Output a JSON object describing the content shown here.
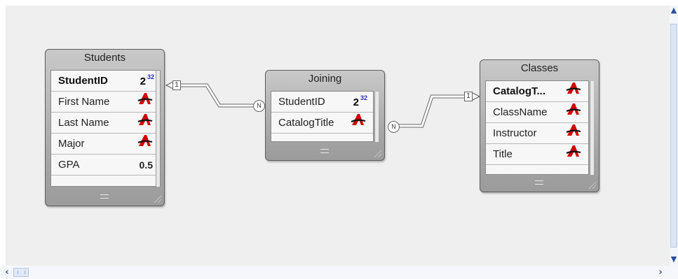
{
  "canvas": {
    "background": "#efefef"
  },
  "tables": {
    "students": {
      "title": "Students",
      "fields": [
        {
          "name": "StudentID",
          "icon": "integer-32-icon",
          "badge": "2",
          "sup": "32",
          "key": true
        },
        {
          "name": "First Name",
          "icon": "text-type-icon"
        },
        {
          "name": "Last Name",
          "icon": "text-type-icon"
        },
        {
          "name": "Major",
          "icon": "text-type-icon"
        },
        {
          "name": "GPA",
          "icon": "decimal-icon",
          "badge": "0.5"
        }
      ]
    },
    "joining": {
      "title": "Joining",
      "fields": [
        {
          "name": "StudentID",
          "icon": "integer-32-icon",
          "badge": "2",
          "sup": "32"
        },
        {
          "name": "CatalogTitle",
          "icon": "text-type-icon"
        }
      ]
    },
    "classes": {
      "title": "Classes",
      "fields": [
        {
          "name": "CatalogT...",
          "icon": "text-type-icon",
          "key": true
        },
        {
          "name": "ClassName",
          "icon": "text-type-icon"
        },
        {
          "name": "Instructor",
          "icon": "text-type-icon"
        },
        {
          "name": "Title",
          "icon": "text-type-icon"
        }
      ]
    }
  },
  "relations": {
    "students_joining": {
      "one": "1",
      "many": "N"
    },
    "classes_joining": {
      "one": "1",
      "many": "N"
    }
  },
  "colors": {
    "link_line": "#ffffff",
    "link_outline": "#666666",
    "text_icon_red": "#cc0000"
  }
}
